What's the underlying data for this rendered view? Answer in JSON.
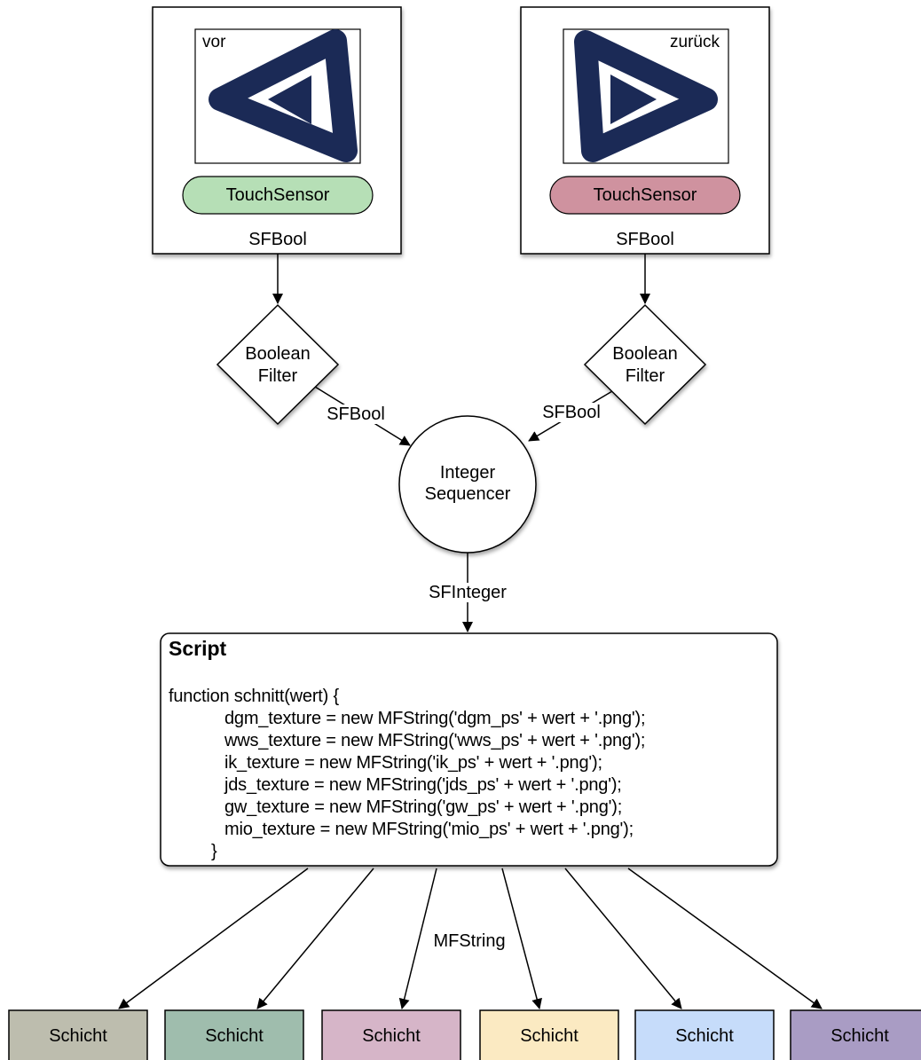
{
  "top_left": {
    "button_label": "vor",
    "sensor_label": "TouchSensor",
    "output_type": "SFBool",
    "icon": "triangle-left-icon"
  },
  "top_right": {
    "button_label": "zurück",
    "sensor_label": "TouchSensor",
    "output_type": "SFBool",
    "icon": "triangle-right-icon"
  },
  "filters": {
    "left_line1": "Boolean",
    "left_line2": "Filter",
    "right_line1": "Boolean",
    "right_line2": "Filter",
    "left_output": "SFBool",
    "right_output": "SFBool"
  },
  "sequencer": {
    "line1": "Integer",
    "line2": "Sequencer",
    "output_type": "SFInteger"
  },
  "script": {
    "title": "Script",
    "code": [
      "function schnitt(wert) {",
      "dgm_texture = new MFString('dgm_ps' + wert + '.png');",
      "wws_texture = new MFString('wws_ps' + wert + '.png');",
      "ik_texture = new MFString('ik_ps' + wert + '.png');",
      "jds_texture = new MFString('jds_ps' + wert + '.png');",
      "gw_texture = new MFString('gw_ps' + wert + '.png');",
      "mio_texture = new MFString('mio_ps' + wert + '.png');",
      "}"
    ],
    "output_type": "MFString"
  },
  "layers": [
    {
      "label": "Schicht",
      "color": "#bdbdae"
    },
    {
      "label": "Schicht",
      "color": "#9fbdad"
    },
    {
      "label": "Schicht",
      "color": "#d6b5c8"
    },
    {
      "label": "Schicht",
      "color": "#fbeac2"
    },
    {
      "label": "Schicht",
      "color": "#c6dcfa"
    },
    {
      "label": "Schicht",
      "color": "#a99cc4"
    }
  ],
  "colors": {
    "icon_navy": "#1b2a56",
    "sensor_left": "#b6dfb6",
    "sensor_right": "#cf929f"
  }
}
